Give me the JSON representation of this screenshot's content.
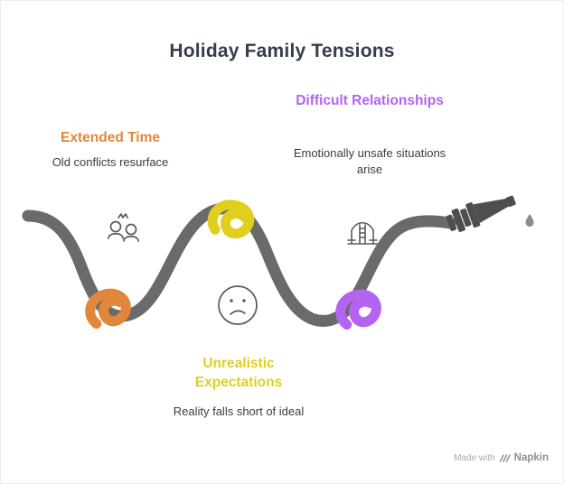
{
  "title": "Holiday Family Tensions",
  "nodes": [
    {
      "label": "Extended Time",
      "description": "Old conflicts resurface",
      "color": "#E1873B"
    },
    {
      "label": "Unrealistic Expectations",
      "description": "Reality falls short of ideal",
      "color": "#DFD01F"
    },
    {
      "label": "Difficult Relationships",
      "description": "Emotionally unsafe situations arise",
      "color": "#B364F0"
    }
  ],
  "icons": {
    "extended_time": "people-conflict-icon",
    "unrealistic_expectations": "sad-face-icon",
    "difficult_relationships": "bridge-icon",
    "rope_end": "nozzle-icon"
  },
  "watermark": {
    "made_with": "Made with",
    "brand": "Napkin"
  },
  "colors": {
    "title": "#343C4E",
    "text": "#3C3C3C",
    "rope": "#6A6A6A",
    "icon": "#5A5A5A",
    "nozzle": "#4E4E4E",
    "droplet": "#8C8C8C",
    "watermark": "#A9A9A9"
  }
}
